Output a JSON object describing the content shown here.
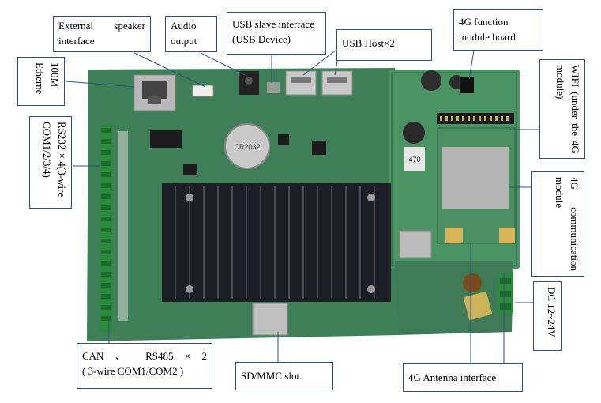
{
  "labels": {
    "speaker": [
      "External",
      "speaker",
      "interface"
    ],
    "audio": [
      "Audio",
      "output"
    ],
    "usb_slave": [
      "USB slave interface",
      "(USB Device)"
    ],
    "usb_host": "USB Host×2",
    "module_board": [
      "4G function",
      "module board"
    ],
    "ethernet": [
      "100M",
      "Etherne"
    ],
    "wifi": [
      "WIFI (under the 4G",
      "module)"
    ],
    "rs232": [
      "RS232×4(3-wire",
      "COM1/2/3/4)"
    ],
    "comm_module": [
      "4G communication",
      "module"
    ],
    "dc": "DC 12~24V",
    "can": [
      "CAN 、 RS485 × 2",
      "( 3-wire COM1/COM2 )"
    ],
    "sd": "SD/MMC slot",
    "antenna": "4G Antenna interface"
  },
  "board_text": {
    "battery": "CR2032",
    "cap": "470"
  },
  "colors": {
    "board": "#3f7f58",
    "heatsink": "#1c1f26",
    "border": "#2f4f7f",
    "connector": "#2c8a3e"
  }
}
